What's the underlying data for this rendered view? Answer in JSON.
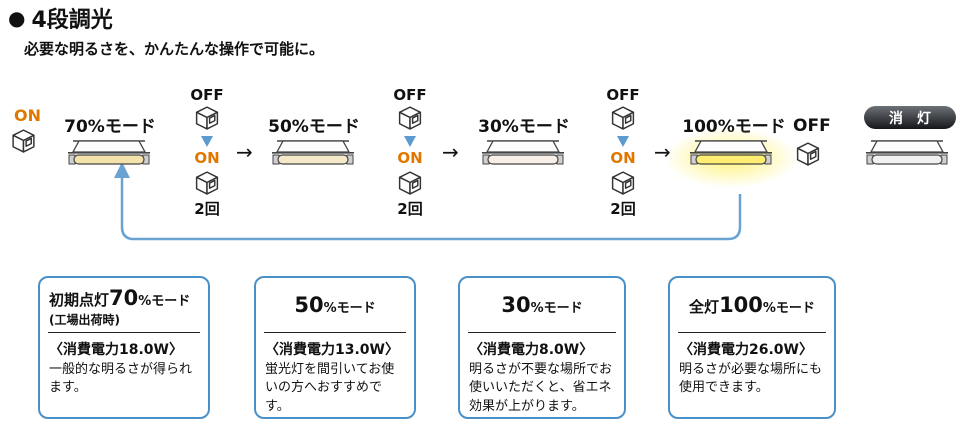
{
  "header": {
    "bullet": "●",
    "title": "4段調光",
    "subtitle": "必要な明るさを、かんたんな操作で可能に。"
  },
  "flow": {
    "start_on": "ON",
    "arrow": "→",
    "modes": [
      "70%モード",
      "50%モード",
      "30%モード",
      "100%モード"
    ],
    "toggles": [
      {
        "off": "OFF",
        "on": "ON",
        "count": "2回"
      },
      {
        "off": "OFF",
        "on": "ON",
        "count": "2回"
      },
      {
        "off": "OFF",
        "on": "ON",
        "count": "2回"
      }
    ],
    "end_off": "OFF",
    "off_badge": "消　灯"
  },
  "cards": [
    {
      "title_prefix": "初期点灯",
      "title_value": "70",
      "title_unit": "%モード",
      "title_note": "(工場出荷時)",
      "power": "〈消費電力18.0W〉",
      "desc": "一般的な明るさが得られます。"
    },
    {
      "title_prefix": "",
      "title_value": "50",
      "title_unit": "%モード",
      "title_note": "",
      "power": "〈消費電力13.0W〉",
      "desc": "蛍光灯を間引いてお使いの方へおすすめです。"
    },
    {
      "title_prefix": "",
      "title_value": "30",
      "title_unit": "%モード",
      "title_note": "",
      "power": "〈消費電力8.0W〉",
      "desc": "明るさが不要な場所でお使いいただくと、省エネ効果が上がります。"
    },
    {
      "title_prefix": "全灯",
      "title_value": "100",
      "title_unit": "%モード",
      "title_note": "",
      "power": "〈消費電力26.0W〉",
      "desc": "明るさが必要な場所にも使用できます。"
    }
  ],
  "colors": {
    "accent_orange": "#e07800",
    "accent_blue": "#5b9bd0",
    "loop_arrow_blue": "#6aa3d2",
    "card_border_blue": "#4a90c8",
    "glow_yellow": "#fff26e",
    "lamp_70": "#f3e2a9",
    "lamp_50": "#f6e9ca",
    "lamp_30": "#f8efe8",
    "lamp_100": "#ffee72",
    "lamp_off": "#f1f1f1",
    "off_badge_bg": "#17191c"
  }
}
